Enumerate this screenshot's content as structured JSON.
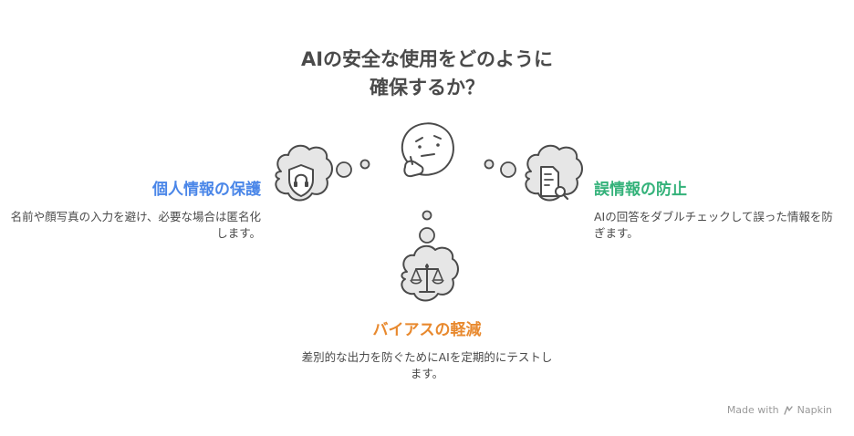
{
  "title": {
    "line1": "AIの安全な使用をどのように",
    "line2": "確保するか？"
  },
  "items": [
    {
      "heading": "個人情報の保護",
      "desc": "名前や顔写真の入力を避け、必要な場合は匿名化します。",
      "color": "#4a86e8",
      "icon": "shield-headset-icon"
    },
    {
      "heading": "誤情報の防止",
      "desc": "AIの回答をダブルチェックして誤った情報を防ぎます。",
      "color": "#34b27a",
      "icon": "document-search-icon"
    },
    {
      "heading": "バイアスの軽減",
      "desc": "差別的な出力を防ぐためにAIを定期的にテストします。",
      "color": "#e8892e",
      "icon": "scales-icon"
    }
  ],
  "center_icon": "thinking-face-icon",
  "footer": {
    "made_with": "Made with",
    "brand": "Napkin"
  }
}
